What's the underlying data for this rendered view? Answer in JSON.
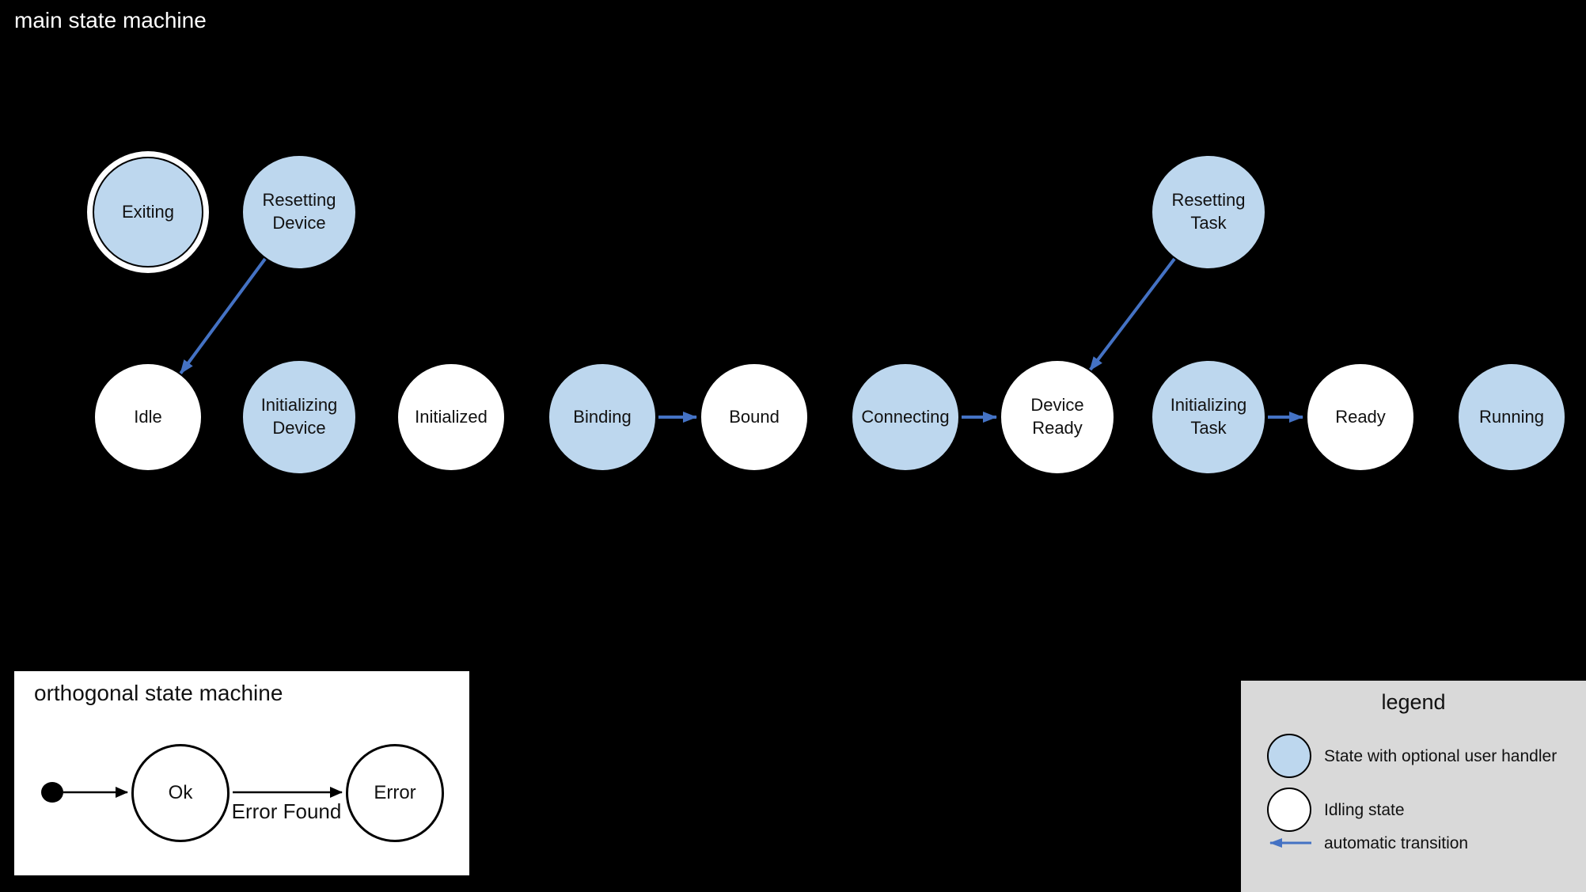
{
  "main_machine": {
    "title": "main state machine",
    "states": [
      {
        "label": "Exiting",
        "kind": "user_handler",
        "final": true
      },
      {
        "label": "Resetting Device",
        "kind": "user_handler"
      },
      {
        "label": "Resetting Task",
        "kind": "user_handler"
      },
      {
        "label": "Idle",
        "kind": "idling"
      },
      {
        "label": "Initializing Device",
        "kind": "user_handler"
      },
      {
        "label": "Initialized",
        "kind": "idling"
      },
      {
        "label": "Binding",
        "kind": "user_handler"
      },
      {
        "label": "Bound",
        "kind": "idling"
      },
      {
        "label": "Connecting",
        "kind": "user_handler"
      },
      {
        "label": "Device Ready",
        "kind": "idling"
      },
      {
        "label": "Initializing Task",
        "kind": "user_handler"
      },
      {
        "label": "Ready",
        "kind": "idling"
      },
      {
        "label": "Running",
        "kind": "user_handler"
      }
    ],
    "transitions": [
      {
        "from": "Resetting Device",
        "to": "Idle",
        "type": "automatic"
      },
      {
        "from": "Binding",
        "to": "Bound",
        "type": "automatic"
      },
      {
        "from": "Connecting",
        "to": "Device Ready",
        "type": "automatic"
      },
      {
        "from": "Resetting Task",
        "to": "Device Ready",
        "type": "automatic"
      },
      {
        "from": "Initializing Task",
        "to": "Ready",
        "type": "automatic"
      }
    ]
  },
  "orthogonal_machine": {
    "title": "orthogonal state machine",
    "states": [
      {
        "label": "Ok"
      },
      {
        "label": "Error"
      }
    ],
    "transition_label": "Error Found"
  },
  "legend": {
    "title": "legend",
    "items": [
      {
        "swatch": "blue-state-circle",
        "label": "State with optional user handler"
      },
      {
        "swatch": "white-state-circle",
        "label": "Idling state"
      },
      {
        "swatch": "blue-arrow",
        "label": "automatic transition"
      }
    ]
  },
  "colors": {
    "handler_fill": "#bdd7ee",
    "idling_fill": "#ffffff",
    "transition_blue": "#4472c4",
    "legend_bg": "#d9d9d9"
  }
}
